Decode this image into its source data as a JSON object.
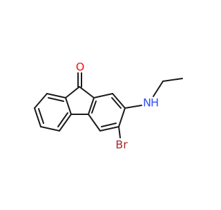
{
  "molecule": {
    "atoms": {
      "oxygen": {
        "label": "O",
        "color": "#ff0d0d"
      },
      "nitrogen": {
        "label": "N",
        "color": "#3050f8"
      },
      "hydrogen": {
        "label": "H",
        "color": "#3050f8"
      },
      "bromine": {
        "label": "Br",
        "color": "#a62929"
      }
    },
    "bond_color": "#1a1a1a",
    "background": "#ffffff"
  }
}
